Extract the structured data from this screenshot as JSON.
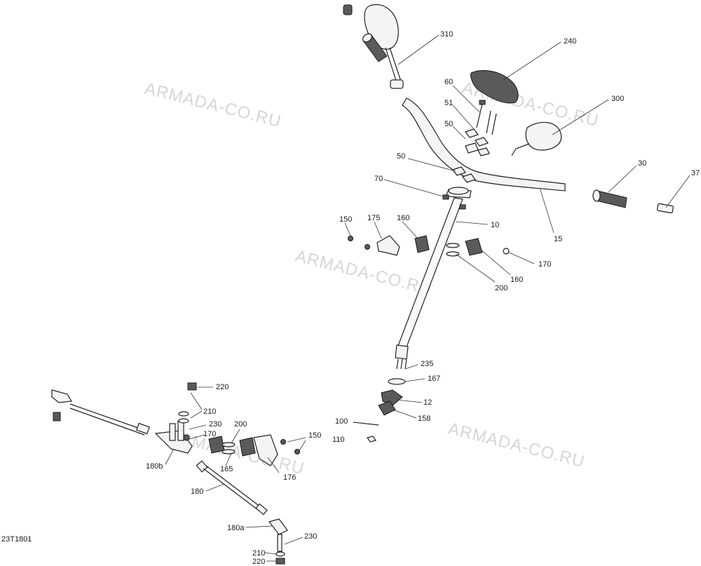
{
  "diagram": {
    "code": "23T1801",
    "watermark": "ARMADA-CO.RU",
    "callouts": [
      {
        "id": "310",
        "text": "310"
      },
      {
        "id": "240",
        "text": "240"
      },
      {
        "id": "60",
        "text": "60"
      },
      {
        "id": "51",
        "text": "51"
      },
      {
        "id": "50a",
        "text": "50"
      },
      {
        "id": "300",
        "text": "300"
      },
      {
        "id": "50b",
        "text": "50"
      },
      {
        "id": "70",
        "text": "70"
      },
      {
        "id": "30",
        "text": "30"
      },
      {
        "id": "37",
        "text": "37"
      },
      {
        "id": "150a",
        "text": "150"
      },
      {
        "id": "175",
        "text": "175"
      },
      {
        "id": "160a",
        "text": "160"
      },
      {
        "id": "10",
        "text": "10"
      },
      {
        "id": "15",
        "text": "15"
      },
      {
        "id": "170a",
        "text": "170"
      },
      {
        "id": "160b",
        "text": "160"
      },
      {
        "id": "200a",
        "text": "200"
      },
      {
        "id": "235",
        "text": "235"
      },
      {
        "id": "167",
        "text": "167"
      },
      {
        "id": "12",
        "text": "12"
      },
      {
        "id": "158",
        "text": "158"
      },
      {
        "id": "100",
        "text": "100"
      },
      {
        "id": "110",
        "text": "110"
      },
      {
        "id": "220a",
        "text": "220"
      },
      {
        "id": "210a",
        "text": "210"
      },
      {
        "id": "230a",
        "text": "230"
      },
      {
        "id": "200b",
        "text": "200"
      },
      {
        "id": "170b",
        "text": "170"
      },
      {
        "id": "150b",
        "text": "150"
      },
      {
        "id": "180b",
        "text": "180b"
      },
      {
        "id": "165",
        "text": "165"
      },
      {
        "id": "176",
        "text": "176"
      },
      {
        "id": "180",
        "text": "180"
      },
      {
        "id": "180a",
        "text": "180a"
      },
      {
        "id": "230b",
        "text": "230"
      },
      {
        "id": "210b",
        "text": "210"
      },
      {
        "id": "220b",
        "text": "220"
      }
    ]
  }
}
